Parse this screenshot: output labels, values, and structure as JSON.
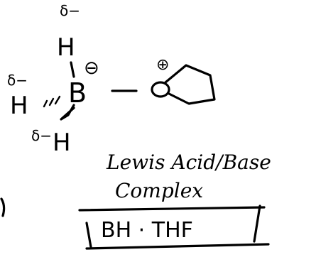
{
  "structure": {
    "top_h": {
      "atom": "H",
      "charge": "δ−"
    },
    "left_h": {
      "atom": "H",
      "charge": "δ−"
    },
    "bottom_h": {
      "atom": "H",
      "charge": "δ−"
    },
    "boron": {
      "atom": "B",
      "charge": "⊖"
    },
    "oxygen": {
      "atom": "O",
      "charge": "⊕"
    }
  },
  "caption": {
    "line1": "Lewis Acid/Base",
    "line2": "Complex"
  },
  "formula": {
    "text": "BH · THF"
  }
}
